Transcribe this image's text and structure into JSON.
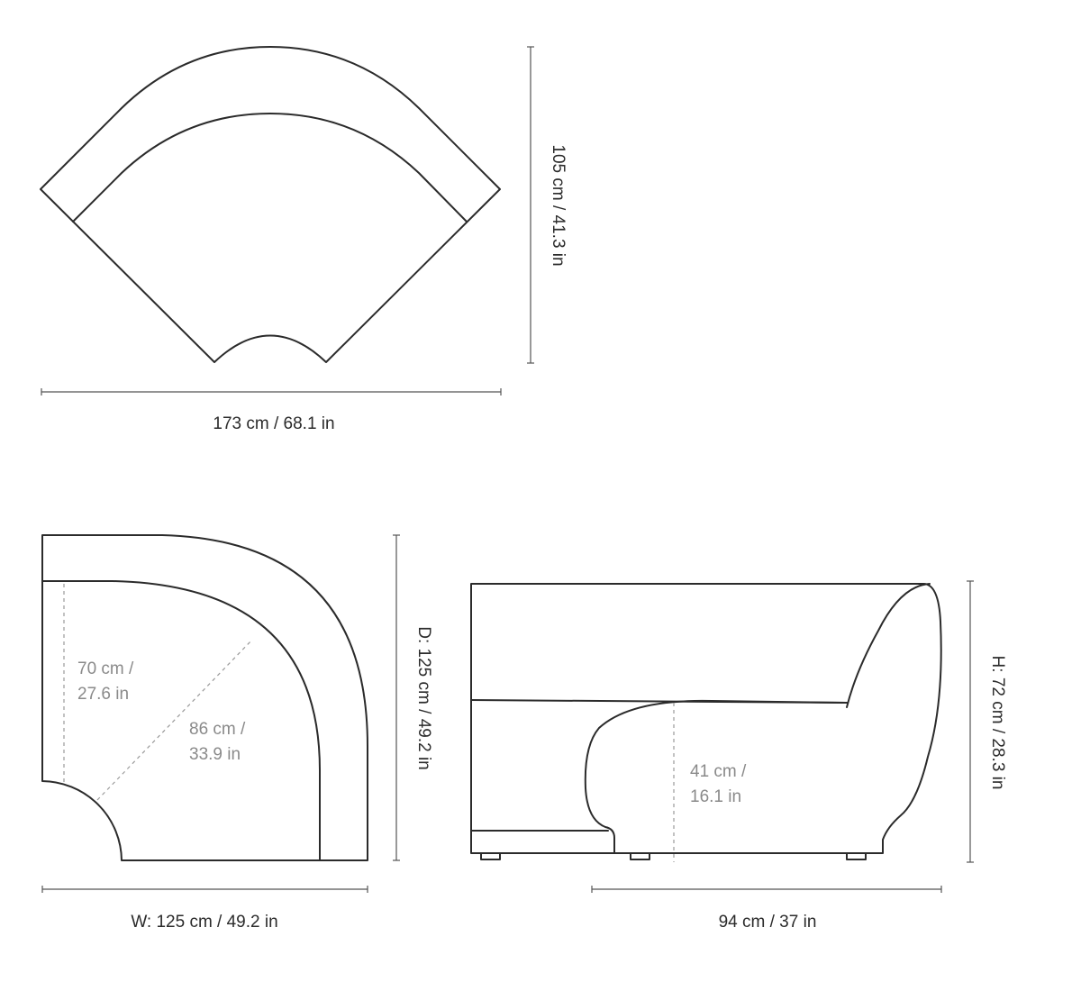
{
  "top_view": {
    "width_label": "173 cm / 68.1 in",
    "depth_label": "105 cm / 41.3 in"
  },
  "plan_view": {
    "width_label": "W: 125 cm / 49.2 in",
    "depth_label": "D: 125 cm / 49.2 in",
    "seat_depth_line1": "70 cm /",
    "seat_depth_line2": "27.6 in",
    "diagonal_line1": "86 cm /",
    "diagonal_line2": "33.9 in"
  },
  "side_view": {
    "width_label": "94 cm / 37 in",
    "height_label": "H: 72 cm / 28.3 in",
    "seat_height_line1": "41 cm /",
    "seat_height_line2": "16.1 in"
  },
  "colors": {
    "outline": "#2b2b2b",
    "dimension_text": "#2b2b2b",
    "inner_measure_text": "#8a8a8a",
    "background": "#ffffff"
  }
}
